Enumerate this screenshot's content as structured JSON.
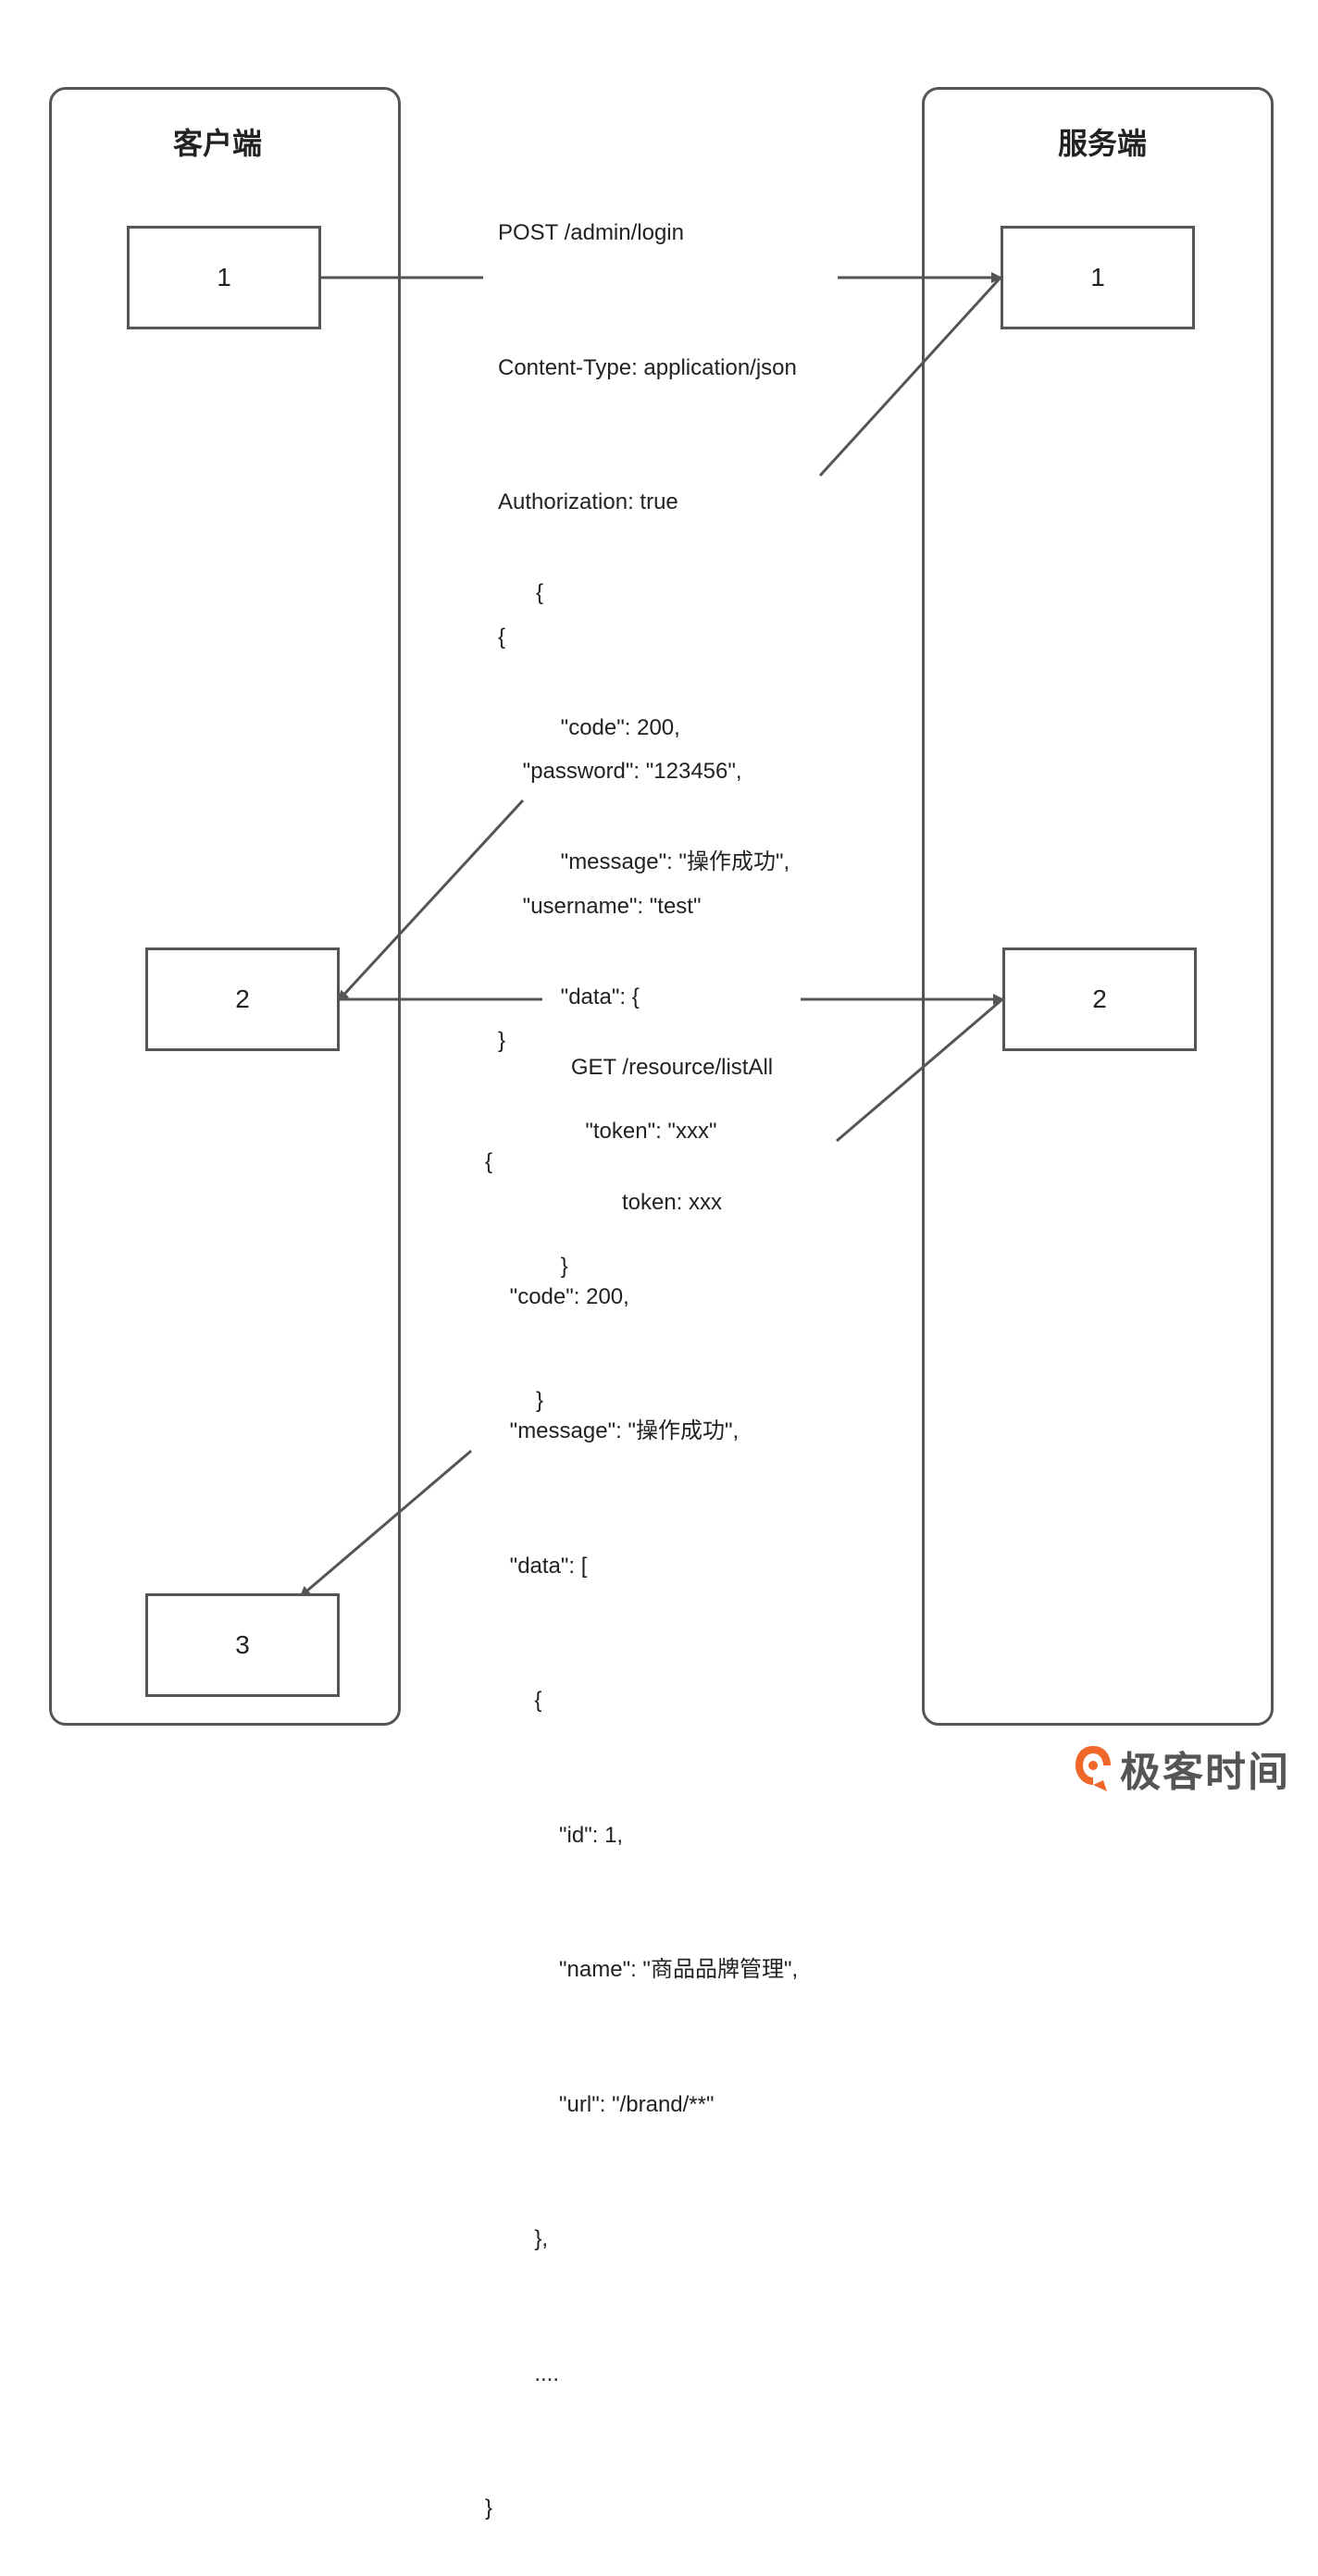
{
  "client_lane": {
    "title": "客户端",
    "steps": [
      "1",
      "2",
      "3"
    ]
  },
  "server_lane": {
    "title": "服务端",
    "steps": [
      "1",
      "2"
    ]
  },
  "login_request": [
    "POST /admin/login",
    "Content-Type: application/json",
    "Authorization: true",
    "{",
    "    \"password\": \"123456\",",
    "    \"username\": \"test\"",
    "}"
  ],
  "login_response": [
    "{",
    "    \"code\": 200,",
    "    \"message\": \"操作成功\",",
    "    \"data\": {",
    "        \"token\": \"xxx\"",
    "    }",
    "}"
  ],
  "list_request": [
    "GET /resource/listAll",
    "token: xxx"
  ],
  "list_response": [
    "{",
    "    \"code\": 200,",
    "    \"message\": \"操作成功\",",
    "    \"data\": [",
    "        {",
    "            \"id\": 1,",
    "            \"name\": \"商品品牌管理\",",
    "            \"url\": \"/brand/**\"",
    "        },",
    "        ....",
    "}"
  ],
  "brand": {
    "logo_text": "极客时间",
    "logo_icon": "geektime-logo-icon",
    "logo_color": "#f0672a"
  },
  "colors": {
    "stroke": "#555555",
    "text": "#222222"
  }
}
